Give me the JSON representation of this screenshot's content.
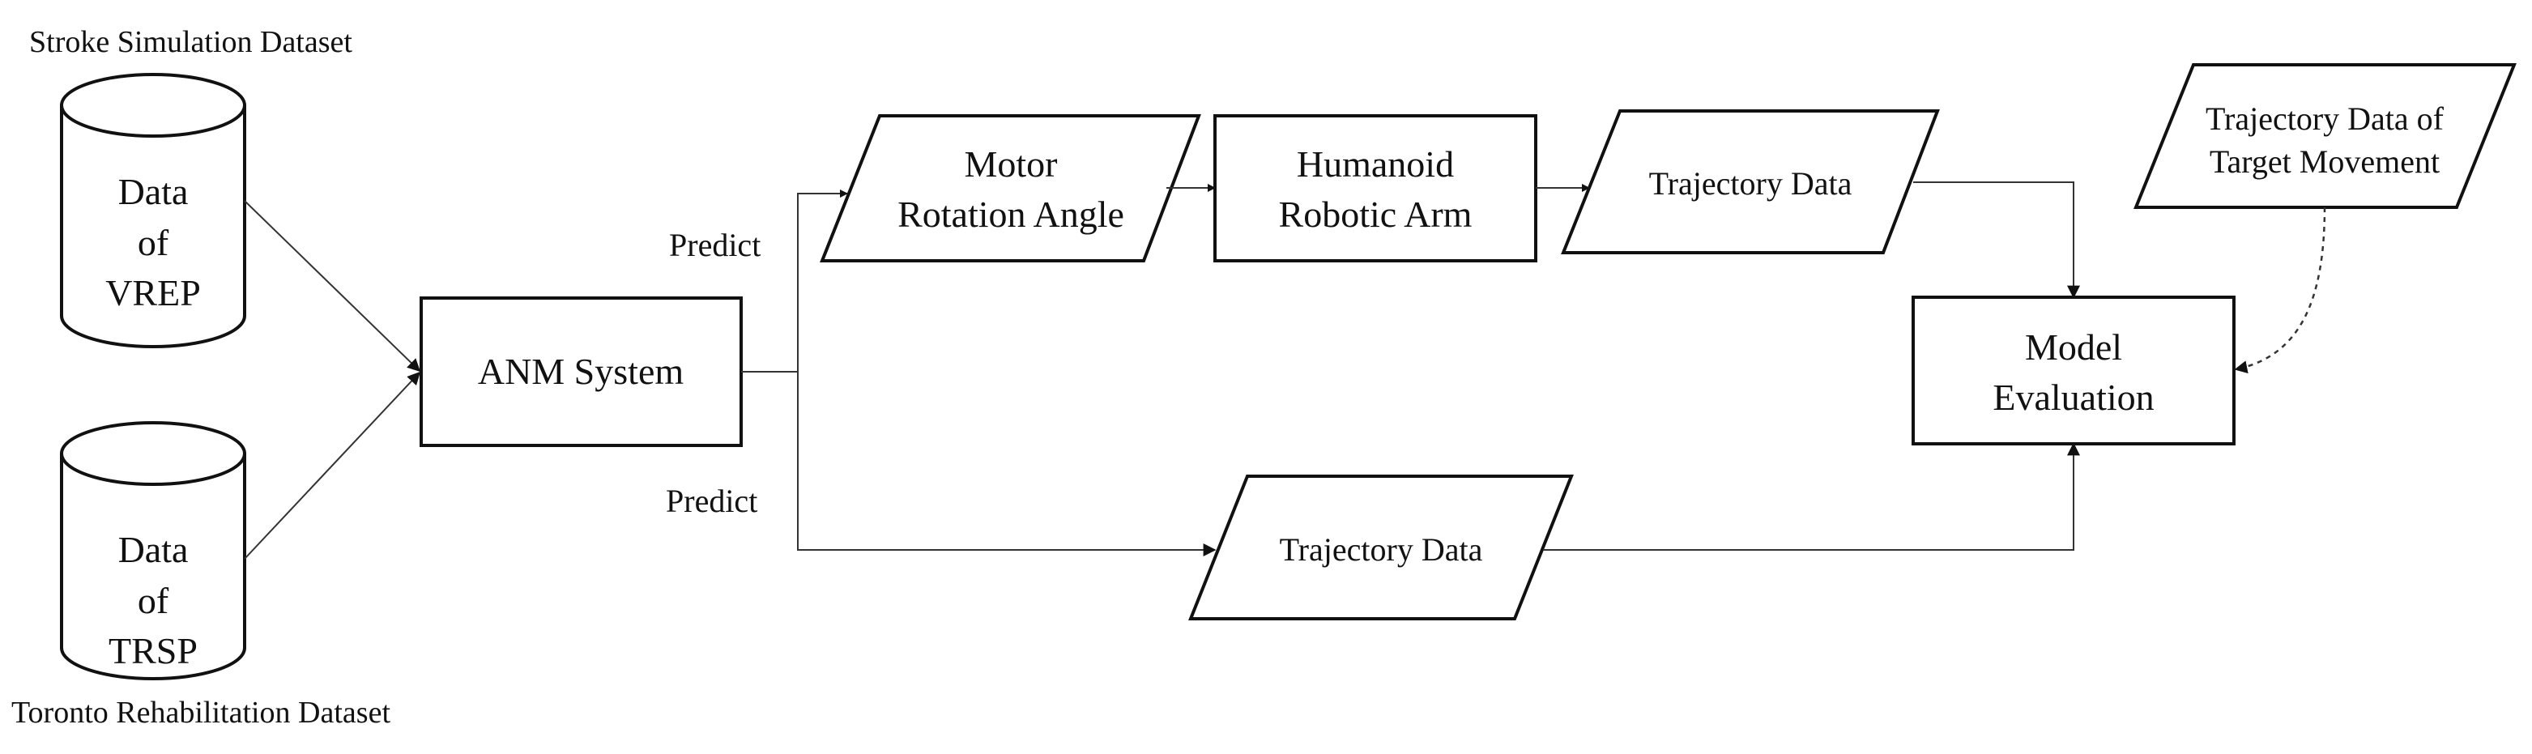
{
  "datasets": {
    "stroke_label": "Stroke Simulation Dataset",
    "toronto_label": "Toronto Rehabilitation Dataset"
  },
  "cylinders": {
    "vrep": [
      "Data",
      "of",
      "VREP"
    ],
    "trsp": [
      "Data",
      "of",
      "TRSP"
    ]
  },
  "anm_system": "ANM System",
  "predict_top": "Predict",
  "predict_bottom": "Predict",
  "motor_rotation": [
    "Motor",
    "Rotation Angle"
  ],
  "humanoid_arm": [
    "Humanoid",
    "Robotic Arm"
  ],
  "trajectory_top": "Trajectory Data",
  "trajectory_bottom": "Trajectory Data",
  "trajectory_target": [
    "Trajectory Data of",
    "Target Movement"
  ],
  "model_evaluation": [
    "Model",
    "Evaluation"
  ]
}
